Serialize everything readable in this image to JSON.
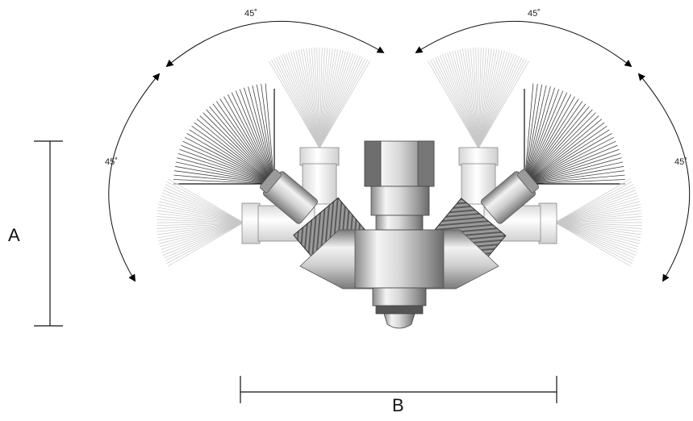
{
  "dimensions": {
    "height_label": "A",
    "width_label": "B"
  },
  "angles": {
    "top_left": "45˚",
    "top_right": "45˚",
    "side_left": "45˚",
    "side_right": "45˚"
  },
  "colors": {
    "line": "#111111",
    "spray_dark": "#444444",
    "spray_light": "#c8c8c8",
    "metal_light": "#f0f0f0",
    "metal_mid": "#bdbdbd",
    "metal_dark": "#6f6f6f"
  }
}
